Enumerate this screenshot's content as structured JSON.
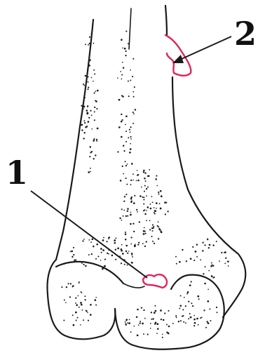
{
  "labels": [
    {
      "id": "1",
      "text": "1"
    },
    {
      "id": "2",
      "text": "2"
    }
  ],
  "colors": {
    "outline": "#1a1a1a",
    "highlight": "#e0245e",
    "background": "#ffffff"
  }
}
